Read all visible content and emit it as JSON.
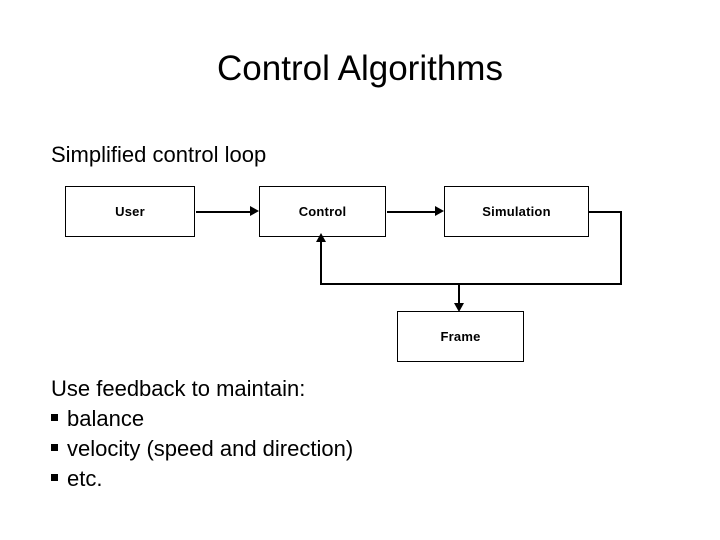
{
  "slide": {
    "title": "Control Algorithms",
    "subheading": "Simplified control loop",
    "background_color": "#ffffff",
    "text_color": "#000000"
  },
  "diagram": {
    "name": "simplified-control-loop",
    "boxes": [
      {
        "id": "user",
        "label": "User"
      },
      {
        "id": "control",
        "label": "Control"
      },
      {
        "id": "simulation",
        "label": "Simulation"
      },
      {
        "id": "frame",
        "label": "Frame"
      }
    ],
    "connectors": [
      {
        "from": "user",
        "to": "control",
        "style": "arrow-right"
      },
      {
        "from": "control",
        "to": "simulation",
        "style": "arrow-right"
      },
      {
        "from": "simulation",
        "to": "feedback-bus",
        "style": "line-right-down"
      },
      {
        "from": "feedback-bus",
        "to": "control",
        "style": "arrow-up"
      },
      {
        "from": "feedback-bus",
        "to": "frame",
        "style": "arrow-down"
      }
    ],
    "line_color": "#000000"
  },
  "body": {
    "lead": "Use feedback to maintain:",
    "bullet_glyph": "§",
    "bullets": [
      "balance",
      "velocity (speed and direction)",
      "etc."
    ]
  }
}
